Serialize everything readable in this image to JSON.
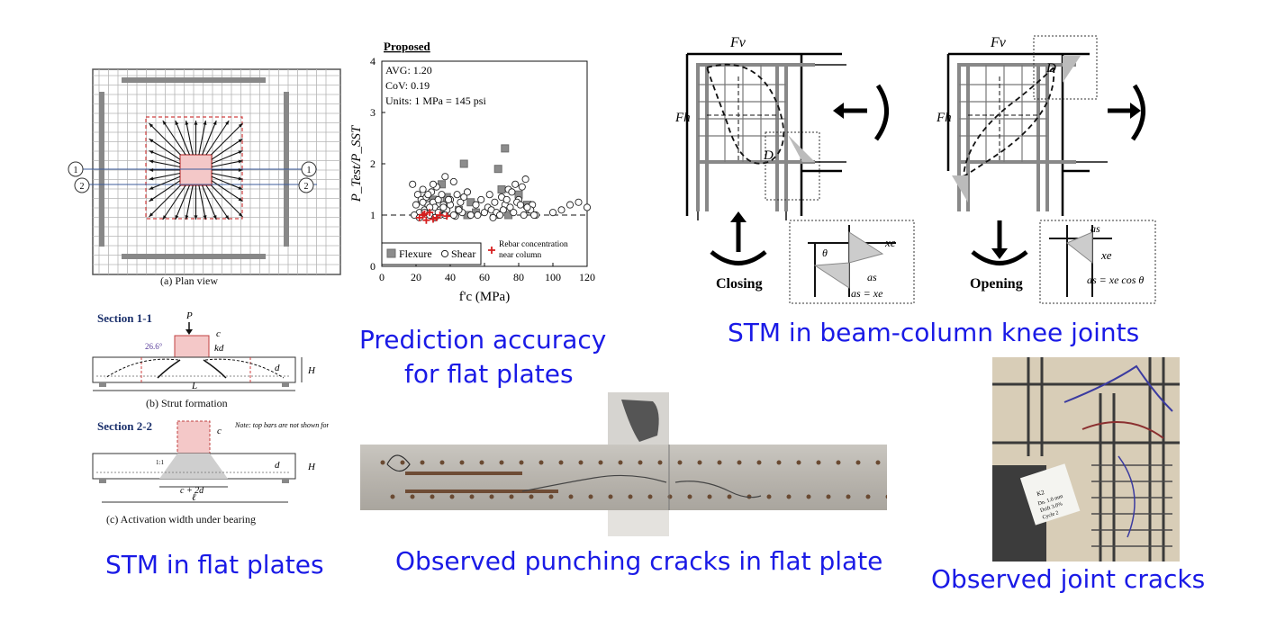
{
  "plan_view": {
    "caption": "(a) Plan view",
    "line_labels": [
      "1",
      "2"
    ]
  },
  "section_11": {
    "title": "Section 1-1",
    "load": "P",
    "c": "c",
    "angle": "26.6°",
    "kd": "kd",
    "d": "d",
    "H": "H",
    "L": "L",
    "caption": "(b) Strut formation"
  },
  "section_22": {
    "title": "Section 2-2",
    "c": "c",
    "note": "Note: top bars are not shown for clarity",
    "d": "d",
    "H": "H",
    "width_label": "c + 2d",
    "ell": "ℓ",
    "slope": "1:1",
    "caption": "(c) Activation width under bearing"
  },
  "captions": {
    "stm_flat": "STM in flat plates",
    "prediction_1": "Prediction accuracy",
    "prediction_2": "for flat plates",
    "stm_knee": "STM in beam-column knee joints",
    "punching": "Observed punching cracks in flat plate",
    "joint": "Observed joint cracks"
  },
  "chart_data": {
    "type": "scatter",
    "title": "Proposed",
    "stats": [
      "AVG: 1.20",
      "CoV: 0.19",
      "Units: 1 MPa = 145 psi"
    ],
    "ylabel": "P_Test/P_SST",
    "xlabel": "f'c (MPa)",
    "xlim": [
      0,
      120
    ],
    "ylim": [
      0,
      4
    ],
    "xticks": [
      "0",
      "20",
      "40",
      "60",
      "80",
      "100",
      "120"
    ],
    "yticks": [
      "0",
      "1",
      "2",
      "3",
      "4"
    ],
    "reference_line": 1,
    "legend": [
      "Flexure",
      "Shear"
    ],
    "annotation": "Rebar concentration near column",
    "series": [
      {
        "name": "Flexure",
        "marker": "square",
        "x": [
          48,
          52,
          68,
          72,
          85,
          70,
          35,
          30,
          50,
          80,
          45,
          55,
          38,
          74
        ],
        "y": [
          2.0,
          1.25,
          1.9,
          2.3,
          1.2,
          1.5,
          1.6,
          1.3,
          1.0,
          1.4,
          1.1,
          1.05,
          1.35,
          1.0
        ]
      },
      {
        "name": "Shear",
        "marker": "circle",
        "x": [
          18,
          20,
          21,
          22,
          23,
          24,
          25,
          26,
          27,
          28,
          29,
          30,
          31,
          32,
          33,
          34,
          35,
          36,
          37,
          38,
          40,
          42,
          44,
          46,
          48,
          50,
          52,
          55,
          58,
          60,
          62,
          64,
          66,
          68,
          70,
          72,
          74,
          76,
          78,
          80,
          82,
          84,
          86,
          88,
          90,
          100,
          105,
          110,
          115,
          120,
          19,
          22,
          25,
          28,
          31,
          34,
          37,
          40,
          43,
          47,
          56,
          63,
          67,
          71,
          75,
          79,
          83,
          87,
          24,
          27,
          30,
          33,
          36,
          39,
          42,
          45,
          65,
          69,
          73,
          77,
          81,
          85,
          89
        ],
        "y": [
          1.6,
          1.2,
          1.4,
          1.05,
          1.3,
          1.5,
          1.1,
          1.35,
          1.2,
          1.0,
          1.45,
          1.25,
          1.15,
          1.55,
          1.3,
          1.0,
          1.4,
          1.2,
          1.75,
          1.1,
          1.3,
          1.65,
          1.4,
          1.25,
          1.35,
          1.45,
          1.0,
          1.2,
          1.3,
          1.05,
          1.15,
          1.1,
          1.25,
          1.0,
          1.35,
          1.2,
          1.5,
          1.45,
          1.6,
          1.3,
          1.55,
          1.7,
          1.1,
          1.2,
          1.0,
          1.05,
          1.1,
          1.2,
          1.25,
          1.15,
          1.0,
          0.95,
          1.05,
          1.15,
          0.95,
          1.1,
          1.0,
          1.2,
          0.98,
          1.05,
          1.0,
          1.4,
          1.05,
          1.1,
          1.15,
          1.25,
          1.0,
          1.1,
          1.25,
          1.4,
          1.6,
          1.05,
          1.15,
          1.3,
          1.0,
          1.1,
          0.95,
          1.0,
          1.3,
          1.05,
          1.2,
          1.15,
          1.0
        ]
      },
      {
        "name": "Rebar concentration near column",
        "marker": "plus",
        "x": [
          22,
          24,
          26,
          28,
          30,
          34,
          38,
          25,
          32
        ],
        "y": [
          0.95,
          1.0,
          0.9,
          1.05,
          0.92,
          1.0,
          0.98,
          1.02,
          0.95
        ]
      }
    ]
  },
  "knee_left": {
    "Fv": "Fv",
    "Fh": "Fh",
    "D": "D",
    "label": "Closing",
    "theta": "θ",
    "xe": "xe",
    "as": "as",
    "formula": "as = xe"
  },
  "knee_right": {
    "Fv": "Fv",
    "Fh": "Fh",
    "D": "D",
    "label": "Opening",
    "as": "as",
    "xe": "xe",
    "formula": "as = xe cos θ"
  },
  "tag_text": [
    "K2",
    "Dn. 1.0 mm",
    "Drift 3.0%",
    "Cycle 2"
  ]
}
